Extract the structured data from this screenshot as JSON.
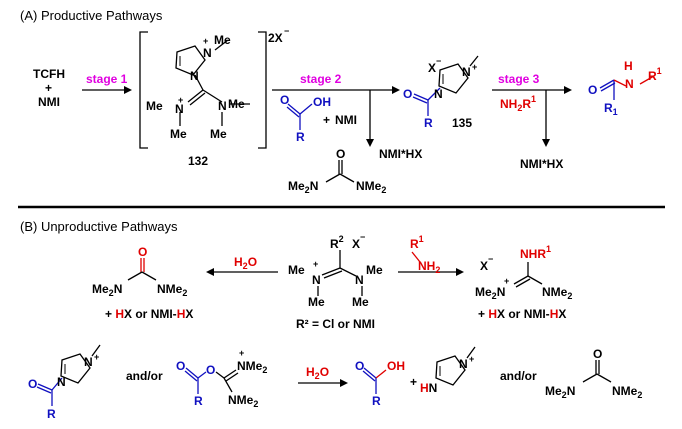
{
  "section_a": {
    "title": "(A) Productive Pathways"
  },
  "section_b": {
    "title": "(B) Unproductive Pathways"
  },
  "reagents": {
    "tcfh": "TCFH",
    "plus": "+",
    "nmi": "NMI"
  },
  "stages": {
    "stage1": "stage 1",
    "stage2": "stage 2",
    "stage3": "stage 3"
  },
  "compounds": {
    "c132": "132",
    "c135": "135"
  },
  "bracket_charge": "2X",
  "labels": {
    "me": "Me",
    "nme2": "NMe",
    "me2n": "Me",
    "sub2": "2",
    "r": "R",
    "r1": "R",
    "sup1": "1",
    "oh": "OH",
    "o": "O",
    "n": "N",
    "h": "H",
    "x": "X",
    "hn": "HN",
    "nh2r1": "NH",
    "nmi_hx": "NMI*HX",
    "nmi": "NMI",
    "h2o_h": "H",
    "h2o_o": "O",
    "nh2": "NH",
    "nhr1": "NHR",
    "r2": "R",
    "r2_sup": "2",
    "r2_def": "R² = Cl or NMI",
    "hx_line": "+ HX or NMI-HX",
    "andor": "and/or",
    "plus": "+"
  }
}
